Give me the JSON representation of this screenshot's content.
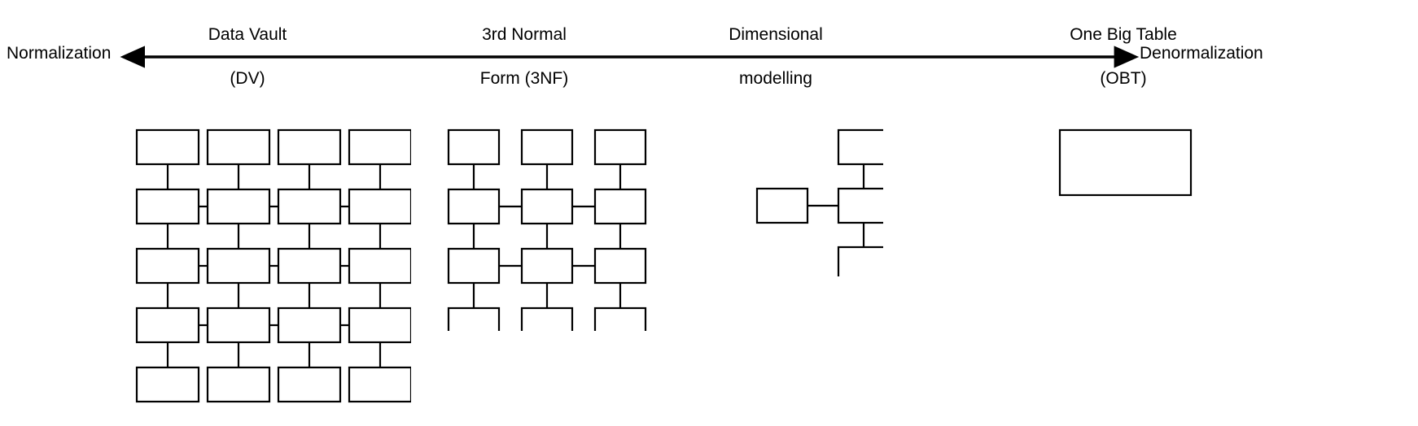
{
  "diagram": {
    "title_axis": {
      "left_label": "Normalization",
      "right_label": "Denormalization",
      "arrow": "double-headed-horizontal-arrow"
    },
    "stages": [
      {
        "id": "data-vault",
        "caption": "Data Vault\n(DV)",
        "caption_line1": "Data Vault",
        "caption_line2": "(DV)",
        "shape": "grid",
        "columns": 4,
        "rows": 5,
        "box_count": 20
      },
      {
        "id": "third-normal-form",
        "caption": "3rd Normal\nForm (3NF)",
        "caption_line1": "3rd Normal",
        "caption_line2": "Form (3NF)",
        "shape": "grid",
        "columns": 3,
        "rows": 4,
        "box_count": 12
      },
      {
        "id": "dimensional-modelling",
        "caption": "Dimensional\nmodelling",
        "caption_line1": "Dimensional",
        "caption_line2": "modelling",
        "shape": "star",
        "box_count": 5,
        "satellites": 4
      },
      {
        "id": "one-big-table",
        "caption": "One Big Table\n(OBT)",
        "caption_line1": "One Big Table",
        "caption_line2": "(OBT)",
        "shape": "single-large-rectangle",
        "box_count": 1
      }
    ],
    "colors": {
      "background": "#ffffff",
      "stroke": "#000000",
      "text": "#000000"
    }
  }
}
